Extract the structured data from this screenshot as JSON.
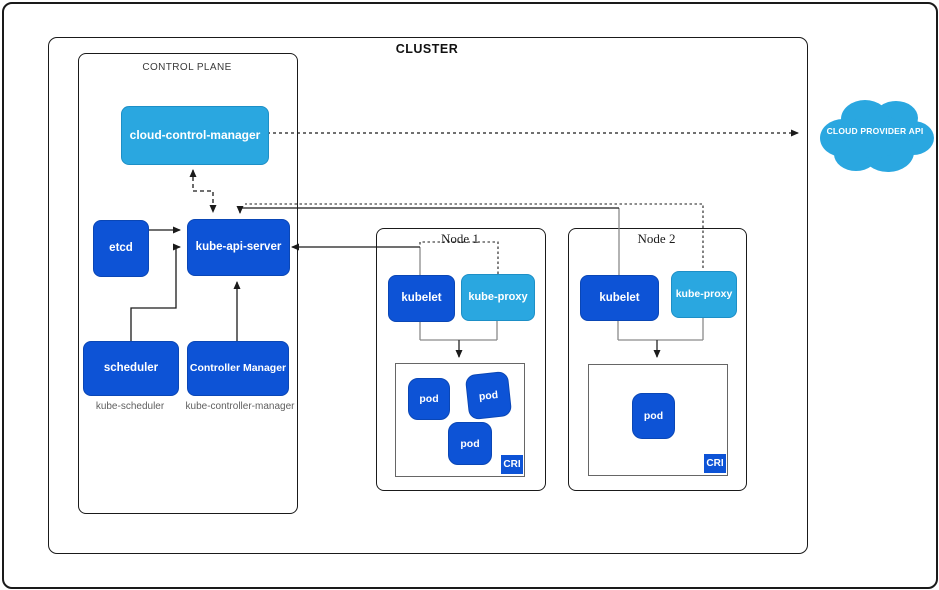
{
  "diagram": {
    "cluster_label": "CLUSTER",
    "control_plane": {
      "label": "CONTROL PLANE",
      "cloud_control_manager": "cloud-control-manager",
      "etcd": "etcd",
      "kube_api_server": "kube-api-server",
      "scheduler": "scheduler",
      "controller_manager": "Controller Manager",
      "scheduler_caption": "kube-scheduler",
      "controller_manager_caption": "kube-controller-manager"
    },
    "nodes": [
      {
        "label": "Node 1",
        "kubelet": "kubelet",
        "kube_proxy": "kube-proxy",
        "pods": [
          "pod",
          "pod",
          "pod"
        ],
        "cri_label": "CRI"
      },
      {
        "label": "Node 2",
        "kubelet": "kubelet",
        "kube_proxy": "kube-proxy",
        "pods": [
          "pod"
        ],
        "cri_label": "CRI"
      }
    ],
    "cloud_provider": {
      "label": "CLOUD PROVIDER API"
    },
    "colors": {
      "primary_blue": "#0d53d6",
      "light_blue": "#2aa7e0",
      "cloud_blue": "#2aa7e0",
      "line_dark": "#1b1b1b",
      "line_gray": "#8a8a8a"
    }
  }
}
